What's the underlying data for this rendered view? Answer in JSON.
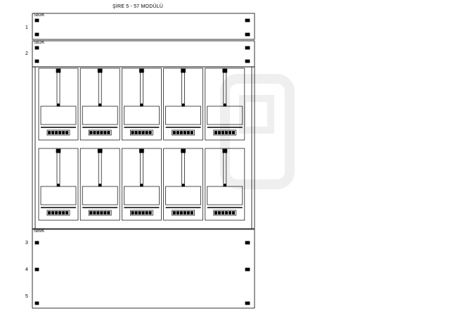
{
  "diagram": {
    "title": "ŞİRE 5 - 57 MODÜLÜ",
    "rows": [
      "1",
      "2",
      "3",
      "4",
      "5"
    ],
    "panel_codes": {
      "top1": "SB3K",
      "top2": "SB3K",
      "bottom": "SB9K"
    },
    "meter_modules": {
      "rows": 2,
      "columns": 5
    },
    "colors": {
      "line": "#000000",
      "background": "#ffffff",
      "watermark": "#f2f2f2"
    }
  }
}
